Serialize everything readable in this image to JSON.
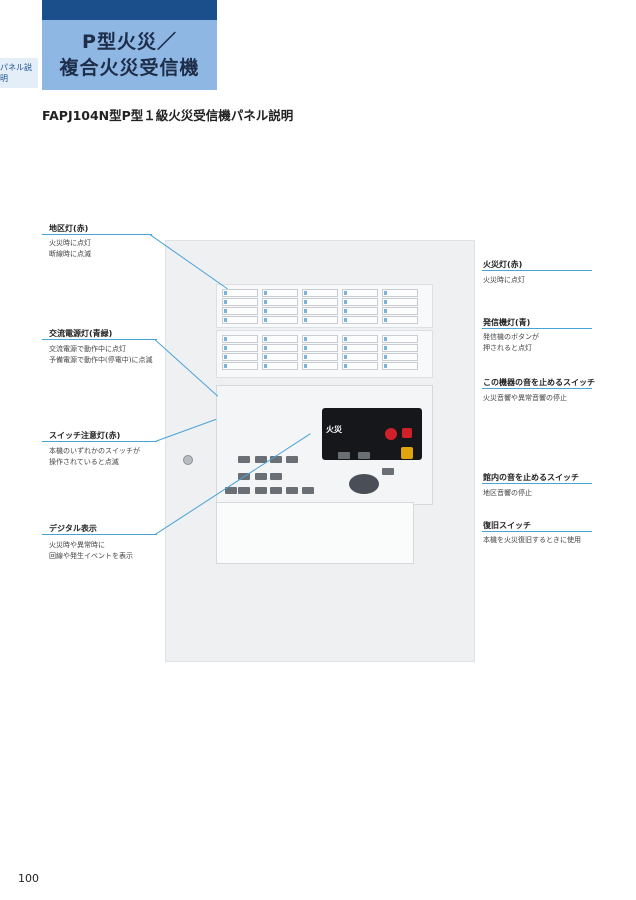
{
  "header": {
    "title_line1": "P型火災／",
    "title_line2": "複合火災受信機",
    "side_tab": "パネル説明",
    "subtitle": "FAPJ104N型P型１級火災受信機パネル説明"
  },
  "callouts": {
    "district_lamp": {
      "title": "地区灯(赤)",
      "desc1": "火災時に点灯",
      "desc2": "断線時に点滅"
    },
    "ac_power_lamp": {
      "title": "交流電源灯(青緑)",
      "desc1": "交流電源で動作中に点灯",
      "desc2": "予備電源で動作中(停電中)に点滅"
    },
    "switch_caution_lamp": {
      "title": "スイッチ注意灯(赤)",
      "desc1": "本機のいずれかのスイッチが",
      "desc2": "操作されていると点滅"
    },
    "digital_display": {
      "title": "デジタル表示",
      "desc1": "火災時や異常時に",
      "desc2": "回線や発生イベントを表示"
    },
    "fire_lamp": {
      "title": "火災灯(赤)",
      "desc1": "火災時に点灯"
    },
    "transmitter_lamp": {
      "title": "発信機灯(青)",
      "desc1": "発信機のボタンが",
      "desc2": "押されると点灯"
    },
    "stop_device_sound": {
      "title": "この機器の音を止めるスイッチ",
      "desc1": "火災音響や異常音響の停止"
    },
    "stop_building_sound": {
      "title": "館内の音を止めるスイッチ",
      "desc1": "地区音響の停止"
    },
    "reset_switch": {
      "title": "復旧スイッチ",
      "desc1": "本機を火災復旧するときに使用"
    }
  },
  "panel": {
    "display_text": "火災"
  },
  "footer": {
    "page_number": "100"
  }
}
